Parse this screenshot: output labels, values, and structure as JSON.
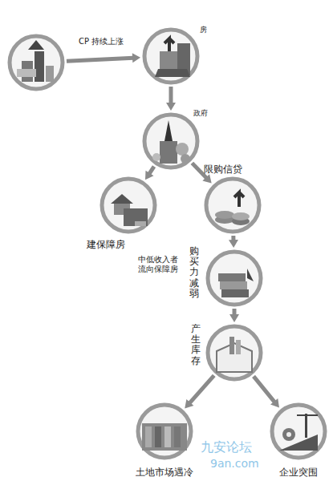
{
  "diagram": {
    "nodes": [
      {
        "text": []
      },
      {
        "text": [
          "房"
        ]
      },
      {
        "text": [
          "政府"
        ]
      },
      {
        "text": [
          "建保障房"
        ]
      },
      {
        "text": [
          "限购信贷"
        ]
      },
      {
        "text": [
          "购买力减弱"
        ]
      },
      {
        "text": [
          "产生库存"
        ]
      },
      {
        "text": [
          "土地市场遇冷"
        ]
      },
      {
        "text": [
          "企业突围"
        ]
      }
    ],
    "edges": [
      {
        "from": 0,
        "to": 1,
        "label": "CP 持续上涨",
        "arrow": "to"
      },
      {
        "from": 1,
        "to": 2,
        "arrow": "to"
      },
      {
        "from": 2,
        "to": 3,
        "arrow": "to"
      },
      {
        "from": 2,
        "to": 4,
        "arrow": "to"
      },
      {
        "from": 4,
        "to": 5,
        "arrow": "to"
      },
      {
        "from": 5,
        "to": 6,
        "arrow": "to"
      },
      {
        "from": 6,
        "to": 7,
        "arrow": "to"
      },
      {
        "from": 6,
        "to": 8,
        "arrow": "to"
      }
    ],
    "labels": [
      "中低收入者 流向保障房",
      "九安论坛",
      "9an.com"
    ]
  }
}
